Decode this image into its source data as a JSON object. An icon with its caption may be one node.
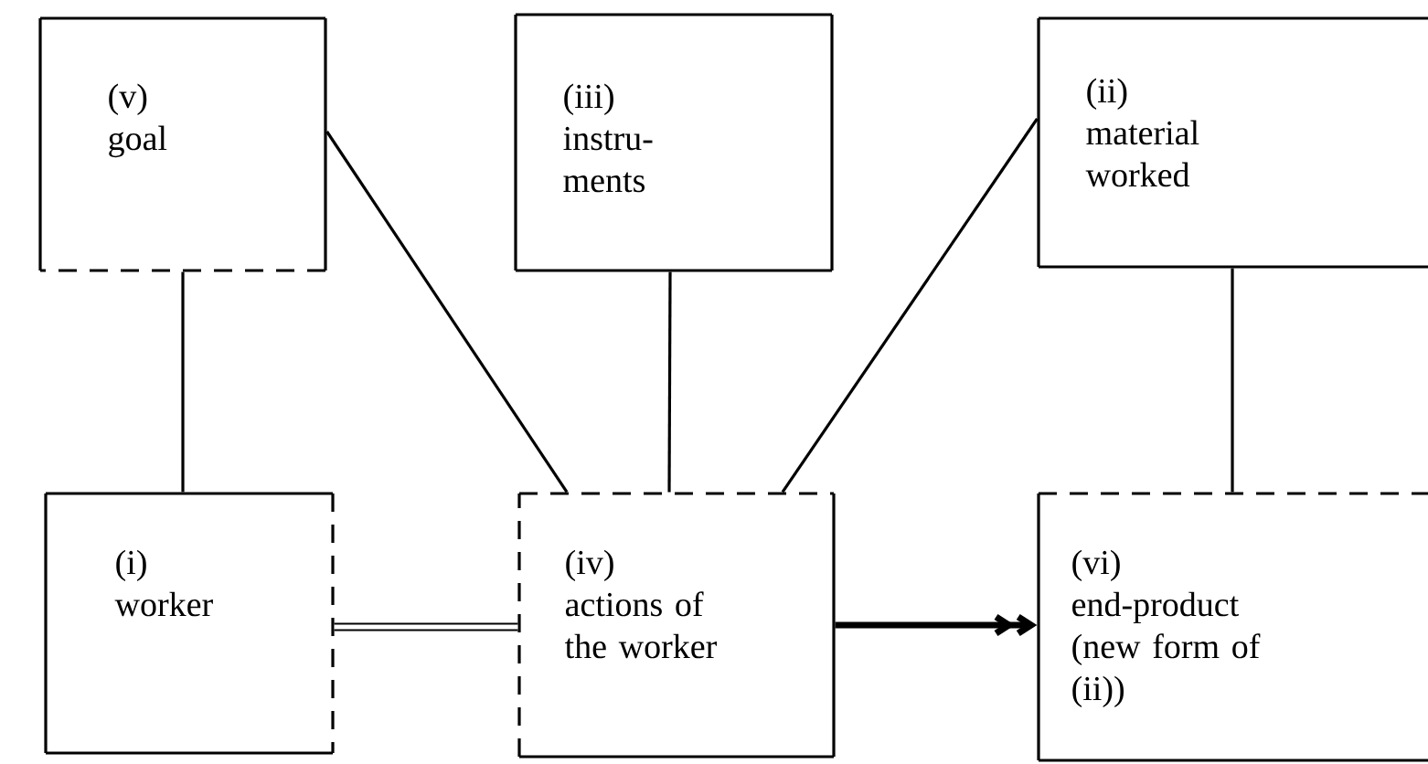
{
  "diagram": {
    "nodes": [
      {
        "text": [
          "(v)",
          "goal"
        ]
      },
      {
        "text": [
          "(iii)",
          "instru- ments"
        ]
      },
      {
        "text": [
          "(ii)",
          "material worked"
        ]
      },
      {
        "text": [
          "(i)",
          "worker"
        ]
      },
      {
        "text": [
          "(iv)",
          "actions of the worker"
        ]
      },
      {
        "text": [
          "(vi)",
          "end-product (new form of (ii))"
        ]
      }
    ],
    "edges": [
      {
        "from": 0,
        "to": 3,
        "arrow": "none"
      },
      {
        "from": 0,
        "to": 4,
        "arrow": "none"
      },
      {
        "from": 1,
        "to": 4,
        "arrow": "none"
      },
      {
        "from": 2,
        "to": 4,
        "arrow": "none"
      },
      {
        "from": 2,
        "to": 5,
        "arrow": "none"
      },
      {
        "from": 3,
        "to": 4,
        "arrow": "none",
        "style": "thick"
      },
      {
        "from": 4,
        "to": 5,
        "arrow": "to",
        "style": "thick"
      }
    ]
  }
}
